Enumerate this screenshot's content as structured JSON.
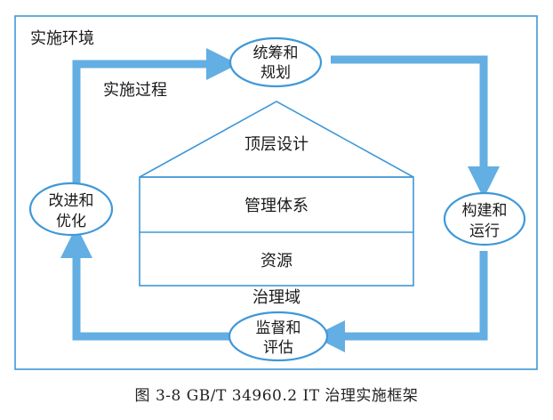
{
  "diagram": {
    "env_label": "实施环境",
    "process_label": "实施过程",
    "domain_label": "治理域",
    "house": {
      "roof": "顶层设计",
      "middle": "管理体系",
      "bottom": "资源"
    },
    "cycle": {
      "plan": [
        "统筹和",
        "规划"
      ],
      "build": [
        "构建和",
        "运行"
      ],
      "monitor": [
        "监督和",
        "评估"
      ],
      "improve": [
        "改进和",
        "优化"
      ]
    },
    "colors": {
      "loop": "#63aee3",
      "node_border": "#3f98d8",
      "house_line": "#3f98d8",
      "frame": "#3f98d8"
    }
  },
  "caption": "图 3-8    GB/T 34960.2 IT 治理实施框架"
}
